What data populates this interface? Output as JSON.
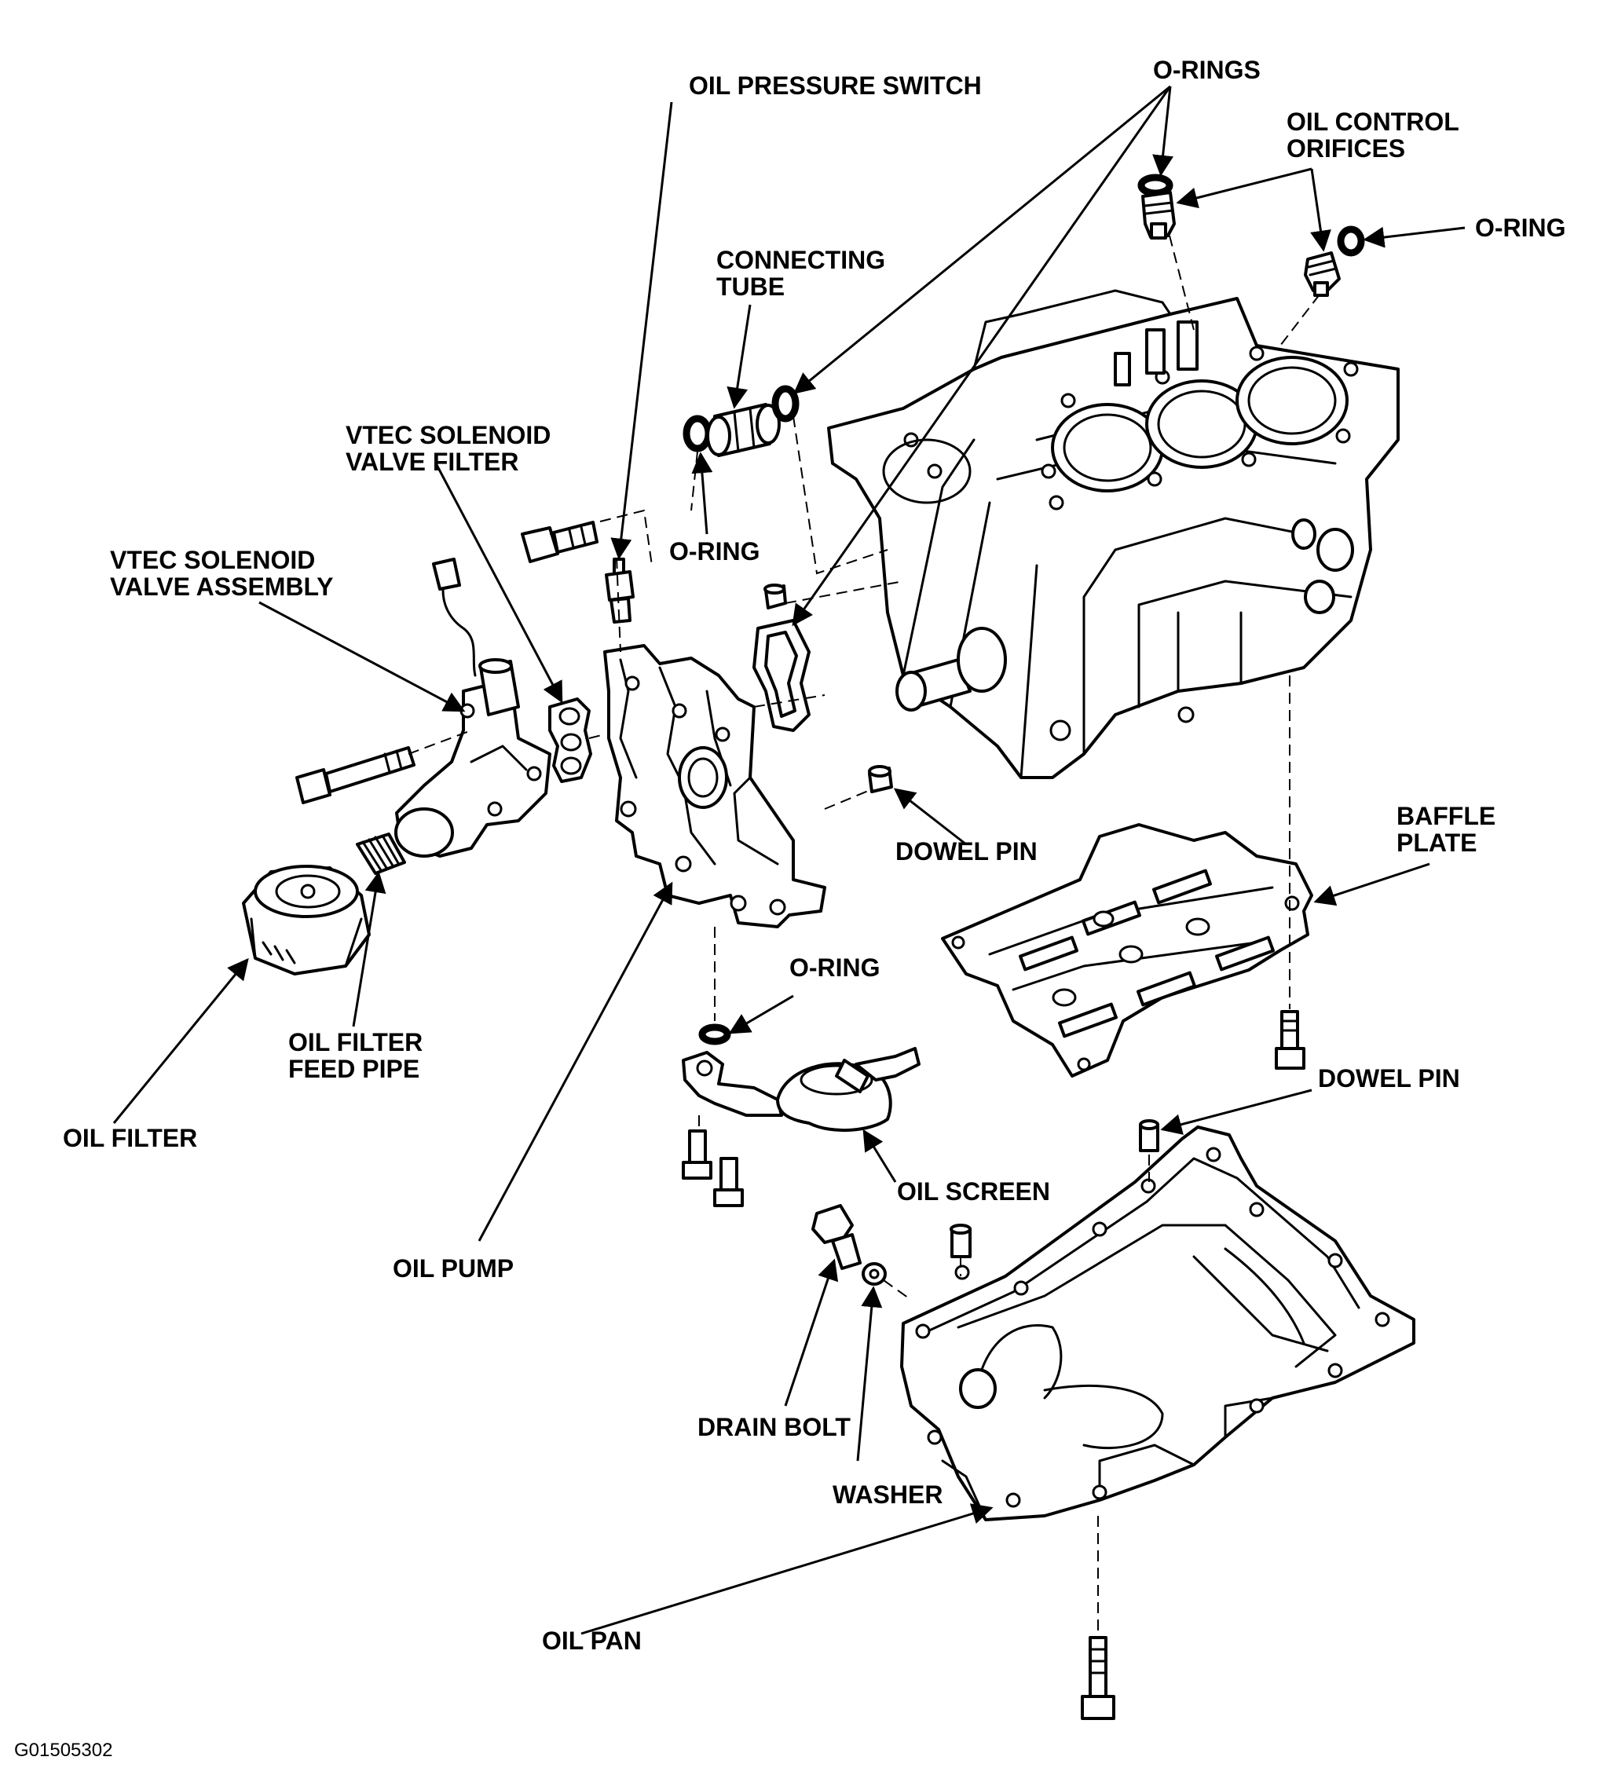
{
  "figure_code": "G01505302",
  "labels": {
    "oil_pressure_switch": "OIL PRESSURE SWITCH",
    "o_rings_top": "O-RINGS",
    "oil_control_orifices": [
      "OIL CONTROL",
      "ORIFICES"
    ],
    "o_ring_right": "O-RING",
    "connecting_tube": [
      "CONNECTING",
      "TUBE"
    ],
    "vtec_solenoid_valve_filter": [
      "VTEC SOLENOID",
      "VALVE FILTER"
    ],
    "o_ring_tube": "O-RING",
    "vtec_solenoid_valve_assembly": [
      "VTEC SOLENOID",
      "VALVE ASSEMBLY"
    ],
    "baffle_plate": [
      "BAFFLE",
      "PLATE"
    ],
    "dowel_pin_block": "DOWEL PIN",
    "o_ring_screen": "O-RING",
    "oil_filter_feed_pipe": [
      "OIL FILTER",
      "FEED PIPE"
    ],
    "dowel_pin_pan": "DOWEL PIN",
    "oil_filter": "OIL FILTER",
    "oil_screen": "OIL SCREEN",
    "oil_pump": "OIL PUMP",
    "drain_bolt": "DRAIN BOLT",
    "washer": "WASHER",
    "oil_pan": "OIL PAN"
  }
}
